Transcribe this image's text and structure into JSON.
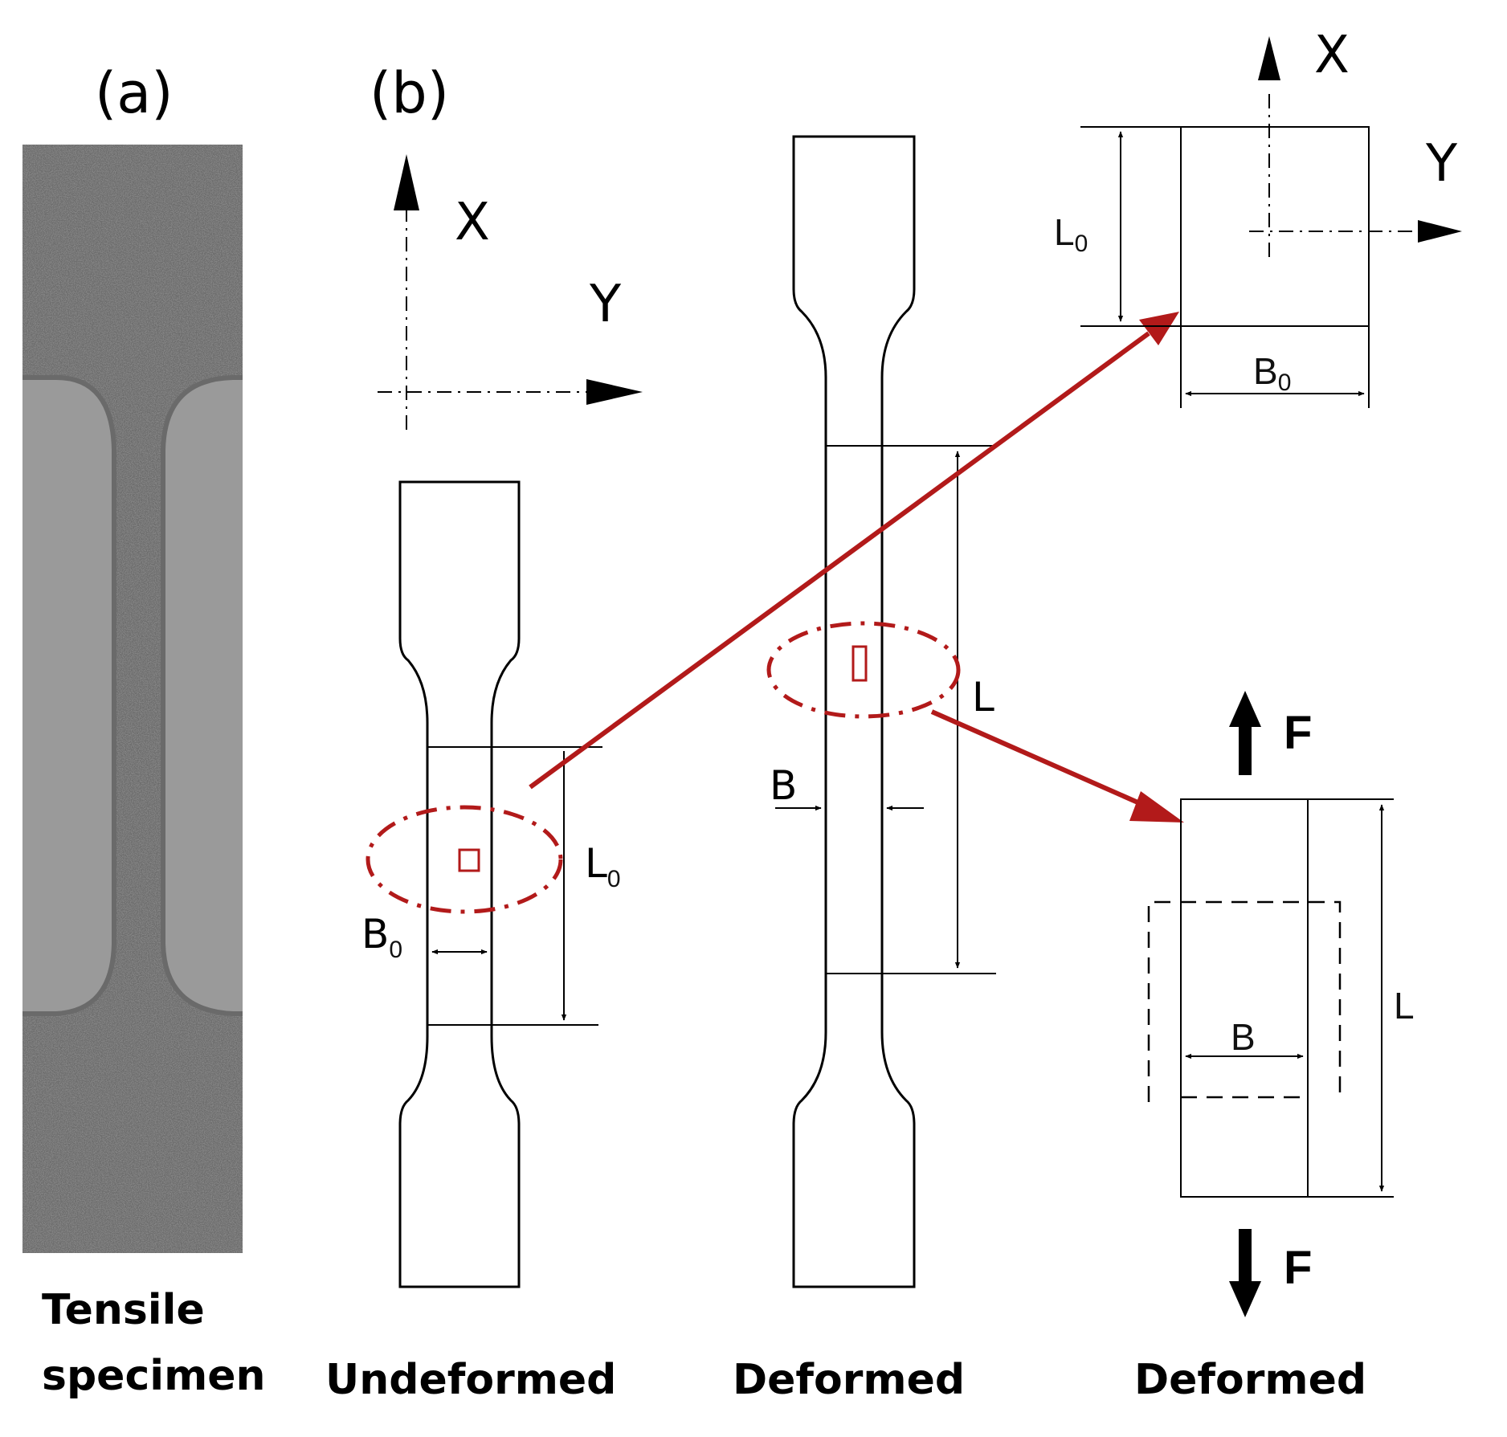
{
  "panels": {
    "a": {
      "tag": "(a)",
      "caption_line1": "Tensile",
      "caption_line2": "specimen"
    },
    "b": {
      "tag": "(b)"
    }
  },
  "axes": {
    "x_label": "X",
    "y_label": "Y"
  },
  "undeformed": {
    "caption": "Undeformed",
    "length_label": "L",
    "length_sub": "0",
    "width_label": "B",
    "width_sub": "0"
  },
  "deformed": {
    "caption": "Deformed",
    "length_label": "L",
    "width_label": "B"
  },
  "element_undeformed": {
    "x_label": "X",
    "y_label": "Y",
    "length_label": "L",
    "length_sub": "0",
    "width_label": "B",
    "width_sub": "0"
  },
  "element_deformed": {
    "caption": "Deformed",
    "force_label": "F",
    "length_label": "L",
    "width_label": "B"
  },
  "colors": {
    "highlight": "#b21a1a",
    "speckle_base": "#3c3c3c",
    "grip": "#8e8e8e"
  }
}
